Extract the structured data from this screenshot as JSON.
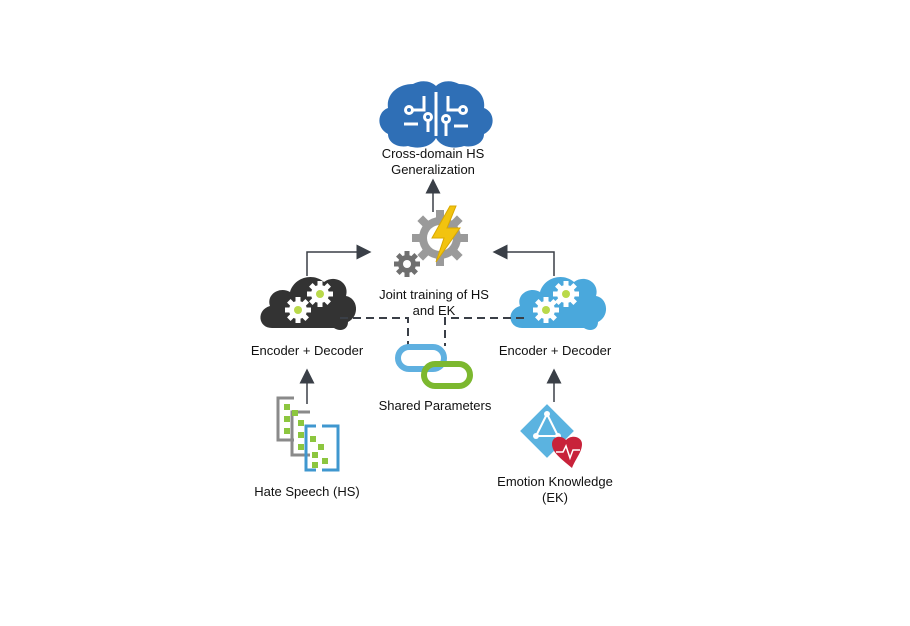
{
  "nodes": {
    "goal": {
      "label_line1": "Cross-domain HS",
      "label_line2": "Generalization",
      "icon": "brain-circuit-icon"
    },
    "joint": {
      "label_line1": "Joint training of HS",
      "label_line2": "and EK",
      "icon": "gears-lightning-icon"
    },
    "hs_model": {
      "label": "Encoder + Decoder",
      "icon": "dark-cloud-gears-icon"
    },
    "ek_model": {
      "label": "Encoder + Decoder",
      "icon": "blue-cloud-gears-icon"
    },
    "shared": {
      "label": "Shared Parameters",
      "icon": "chain-link-icon"
    },
    "hs_data": {
      "label": "Hate Speech (HS)",
      "icon": "data-stack-icon"
    },
    "ek_data": {
      "label_line1": "Emotion Knowledge",
      "label_line2": "(EK)",
      "icon": "heart-diagram-icon"
    }
  },
  "colors": {
    "arrow": "#3a3f47",
    "brain_blue": "#2f6fb6",
    "dark_cloud": "#333333",
    "light_cloud": "#4aa8dc",
    "gear_gray": "#8f8f8f",
    "bolt_yellow": "#f2c30f",
    "link_blue": "#5fb0e0",
    "link_green": "#7cb82f",
    "heart_red": "#c8223a"
  }
}
